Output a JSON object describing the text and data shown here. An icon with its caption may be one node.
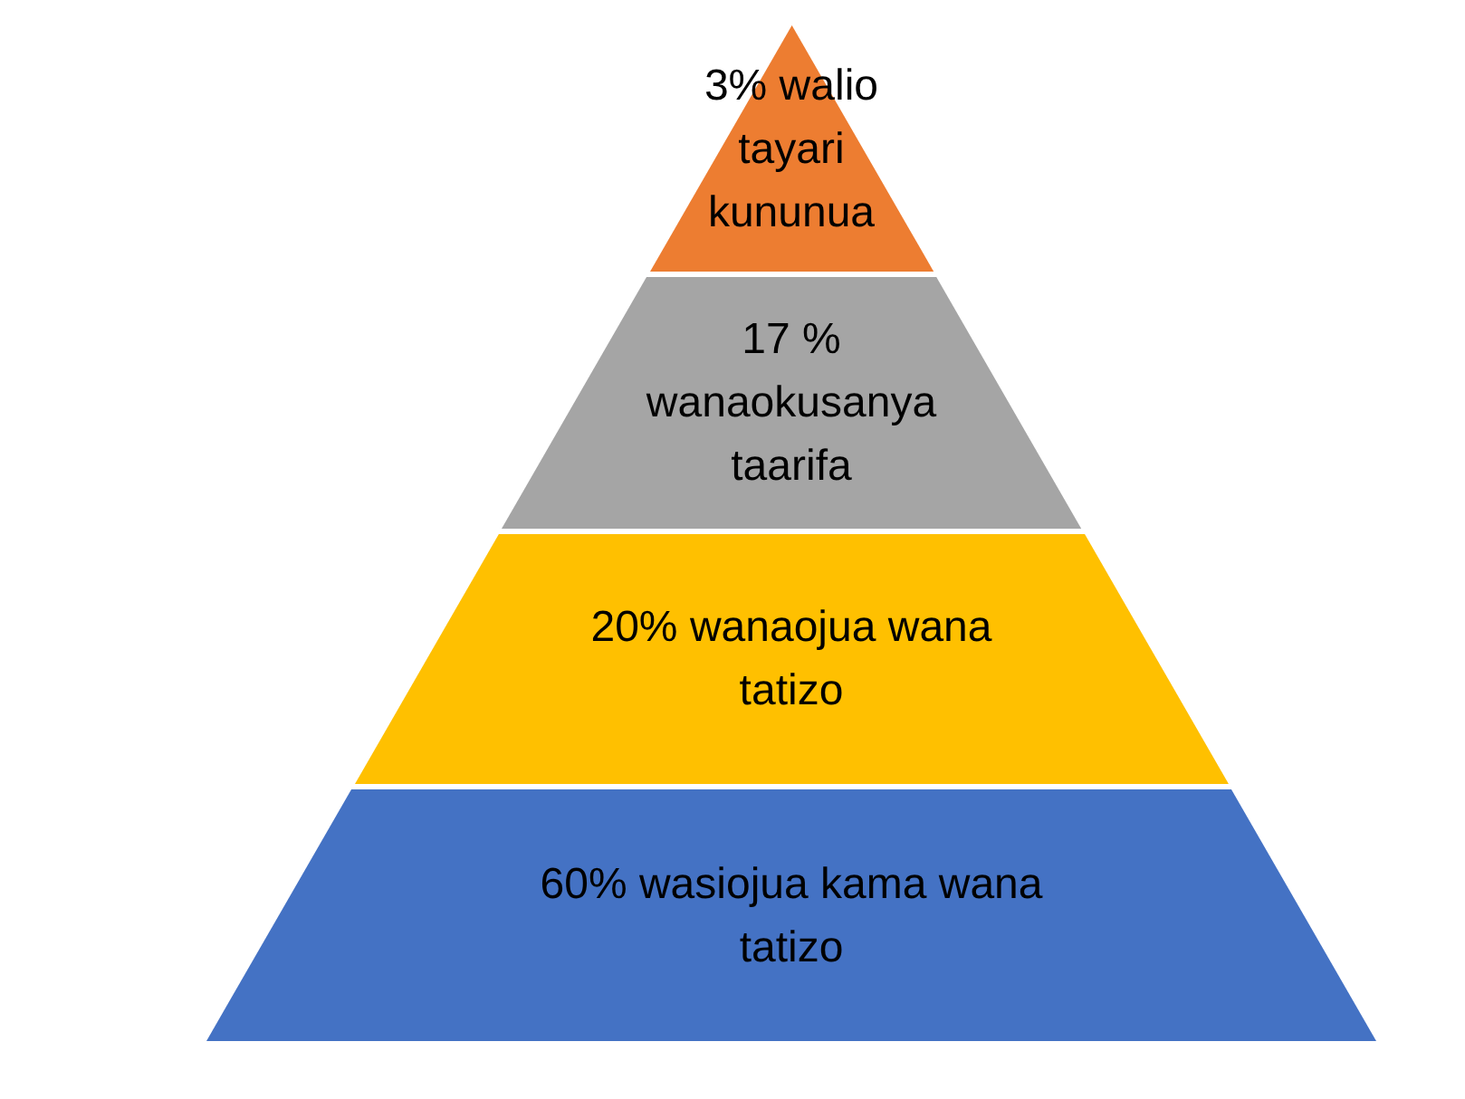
{
  "diagram": {
    "nodes": [
      {
        "text": [
          "3% walio tayari kununua"
        ]
      },
      {
        "text": [
          "17 % wanaokusanya taarifa"
        ]
      },
      {
        "text": [
          "20% wanaojua wana tatizo"
        ]
      },
      {
        "text": [
          "60% wasiojua kama wana tatizo"
        ]
      }
    ]
  }
}
